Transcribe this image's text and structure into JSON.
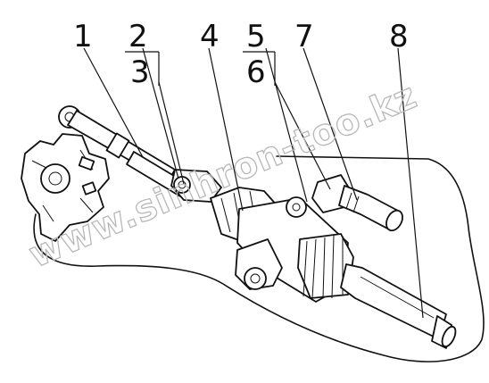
{
  "watermark": "www.sinhron-too.kz",
  "callouts": [
    {
      "id": "1",
      "text": "1"
    },
    {
      "id": "2",
      "text": "2"
    },
    {
      "id": "3",
      "text": "3"
    },
    {
      "id": "4",
      "text": "4"
    },
    {
      "id": "5",
      "text": "5"
    },
    {
      "id": "6",
      "text": "6"
    },
    {
      "id": "7",
      "text": "7"
    },
    {
      "id": "8",
      "text": "8"
    }
  ]
}
